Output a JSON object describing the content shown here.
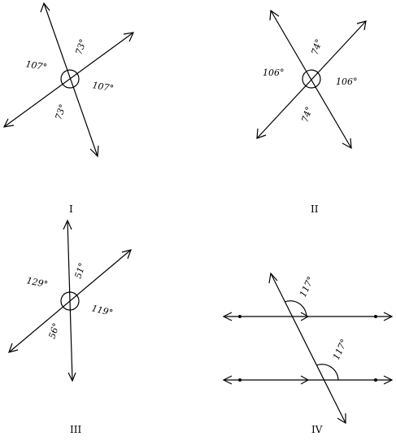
{
  "figures": [
    {
      "caption": "I",
      "angles": [
        "73°",
        "107°",
        "107°",
        "73°"
      ]
    },
    {
      "caption": "II",
      "angles": [
        "74°",
        "106°",
        "106°",
        "74°"
      ]
    },
    {
      "caption": "III",
      "angles": [
        "51°",
        "129°",
        "119°",
        "56°"
      ]
    },
    {
      "caption": "IV",
      "angles": [
        "117°",
        "117°"
      ]
    }
  ]
}
